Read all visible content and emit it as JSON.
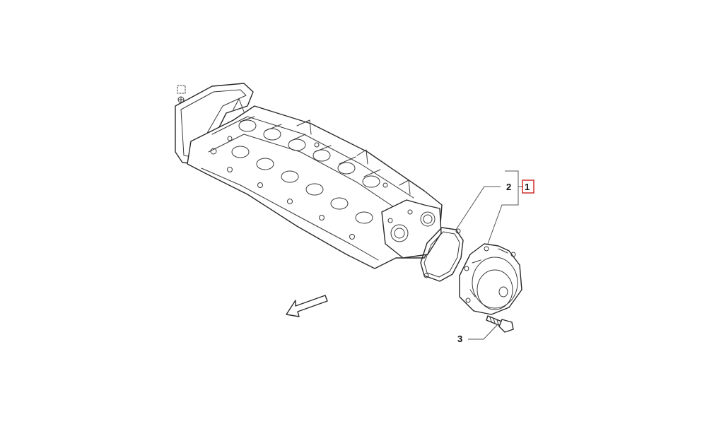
{
  "callouts": {
    "part_1": "1",
    "part_2": "2",
    "part_3": "3"
  },
  "colors": {
    "line": "#2a2a2a",
    "reference_box": "#cc2020",
    "background": "#ffffff"
  },
  "icons": [
    "front-direction-arrow-icon",
    "view-marker-icon"
  ]
}
